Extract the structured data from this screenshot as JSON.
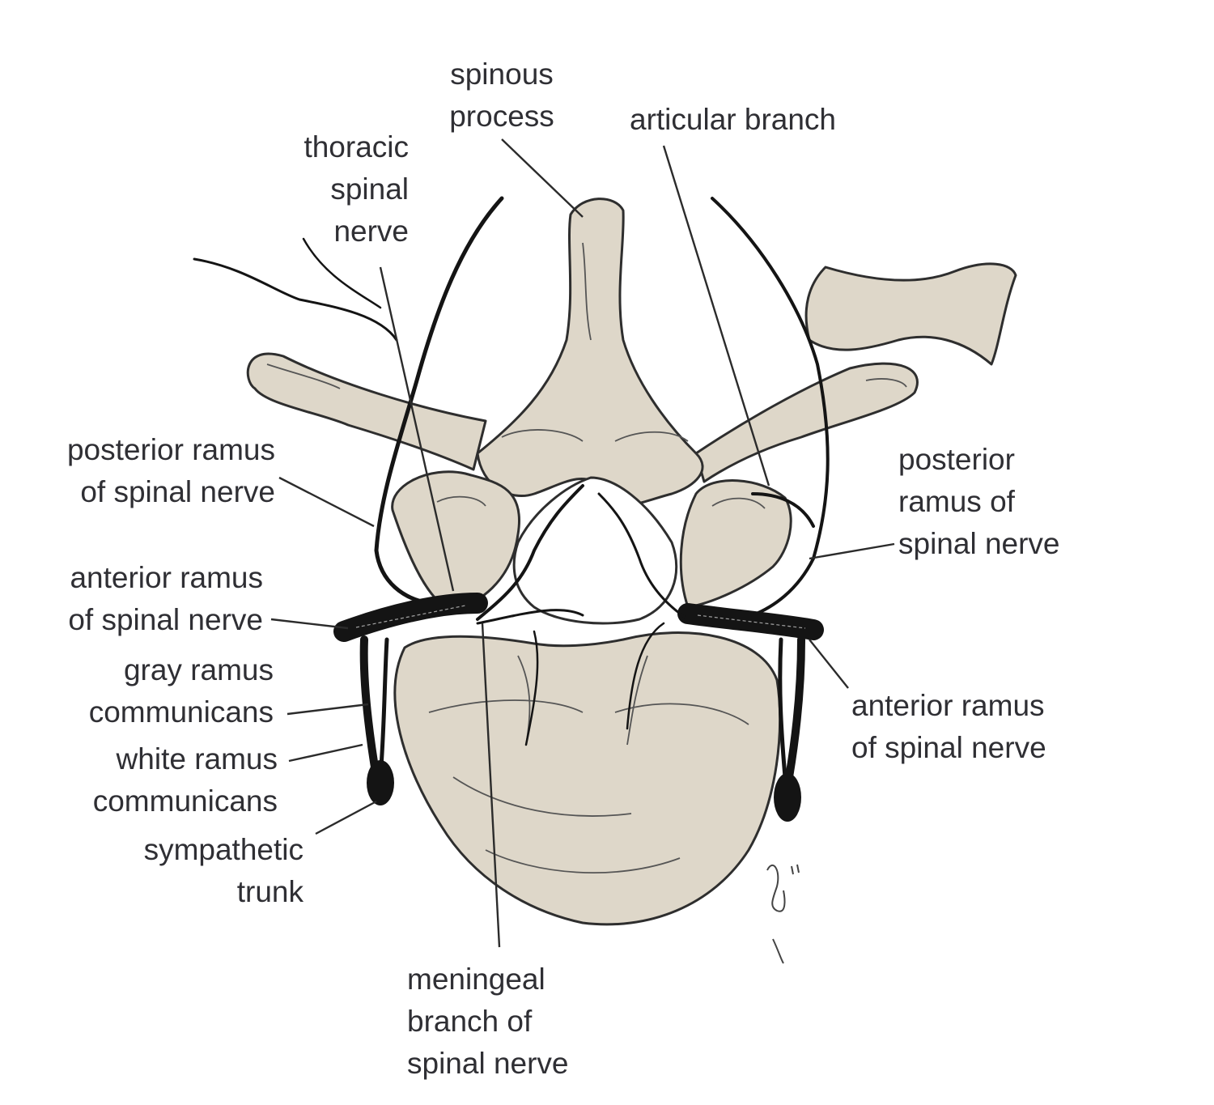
{
  "labels": {
    "spinous_process": "spinous\nprocess",
    "thoracic_spinal_nerve": "thoracic\nspinal\nnerve",
    "articular_branch": "articular branch",
    "posterior_ramus_left": "posterior ramus\nof spinal nerve",
    "posterior_ramus_right": "posterior\nramus of\nspinal nerve",
    "anterior_ramus_left": "anterior ramus\nof spinal nerve",
    "gray_ramus": "gray ramus\ncommunicans",
    "white_ramus": "white ramus\ncommunicans",
    "sympathetic_trunk": "sympathetic\ntrunk",
    "anterior_ramus_right": "anterior ramus\nof spinal nerve",
    "meningeal_branch": "meningeal\nbranch of\nspinal nerve"
  },
  "colors": {
    "bone": "#ded7c9",
    "outline": "#2e2e2e",
    "nerve": "#141414",
    "label_text": "#2f2f34",
    "leader": "#2b2b2b"
  }
}
